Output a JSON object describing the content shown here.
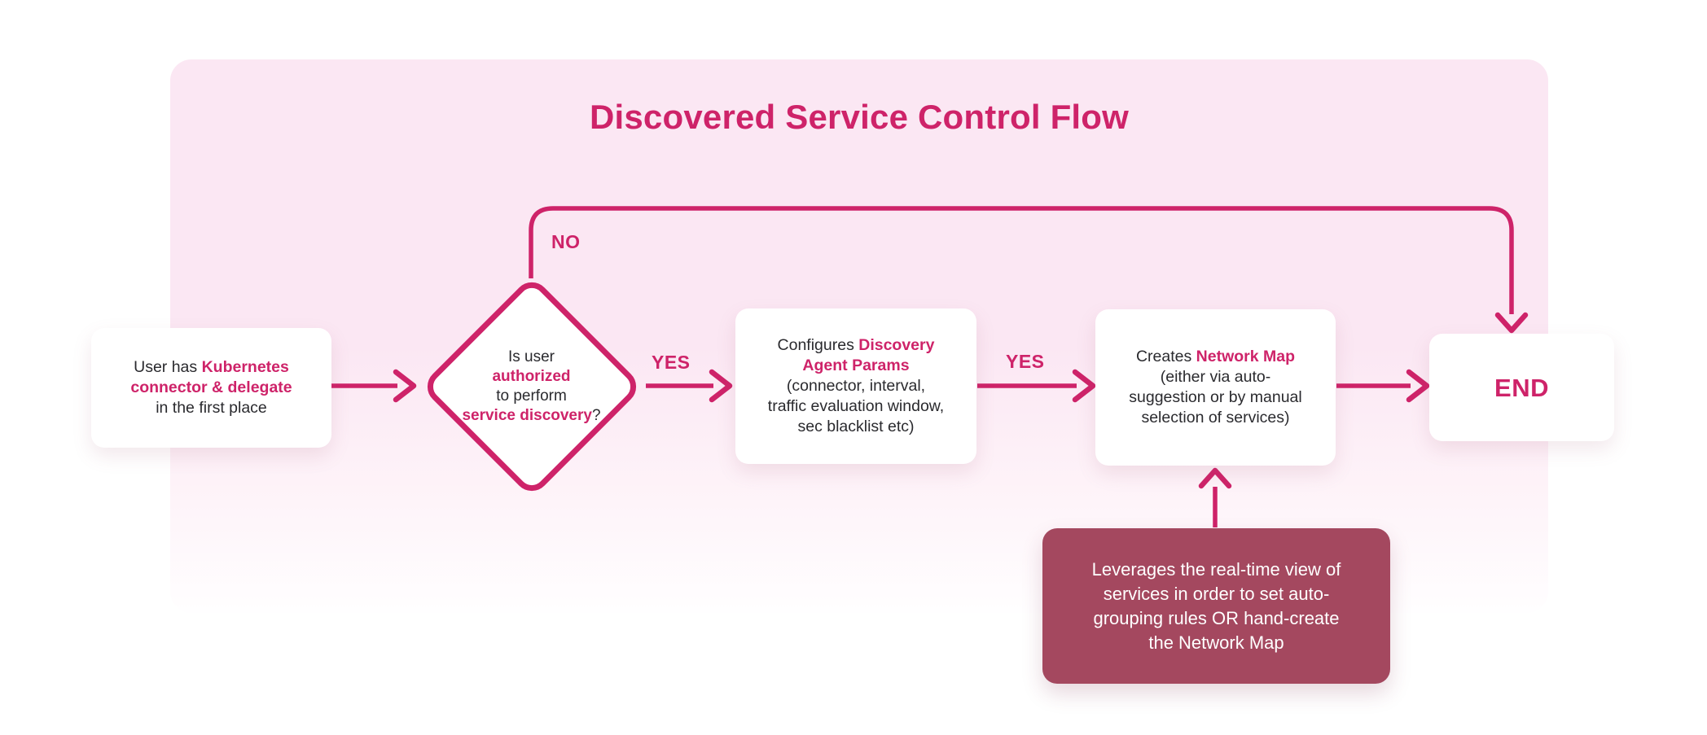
{
  "colors": {
    "accent": "#CE2369",
    "note_bg": "#A4485F",
    "board_pink": "#FBE7F3",
    "text_dark": "#2A2A2E"
  },
  "title": "Discovered Service Control Flow",
  "edge_labels": {
    "no": "NO",
    "yes_decision": "YES",
    "yes_configure": "YES"
  },
  "nodes": {
    "start": {
      "lines": [
        [
          {
            "text": "User has ",
            "accent": false
          },
          {
            "text": "Kubernetes",
            "accent": true
          }
        ],
        [
          {
            "text": "connector & delegate",
            "accent": true
          }
        ],
        [
          {
            "text": "in the first place",
            "accent": false
          }
        ]
      ]
    },
    "decision": {
      "lines": [
        [
          {
            "text": "Is user",
            "accent": false
          }
        ],
        [
          {
            "text": "authorized",
            "accent": true
          }
        ],
        [
          {
            "text": "to perform",
            "accent": false
          }
        ],
        [
          {
            "text": "service discovery",
            "accent": true
          },
          {
            "text": "?",
            "accent": false
          }
        ]
      ]
    },
    "configure": {
      "lines": [
        [
          {
            "text": "Configures ",
            "accent": false
          },
          {
            "text": "Discovery",
            "accent": true
          }
        ],
        [
          {
            "text": "Agent Params",
            "accent": true
          }
        ],
        [
          {
            "text": "(connector, interval,",
            "accent": false
          }
        ],
        [
          {
            "text": "traffic evaluation window,",
            "accent": false
          }
        ],
        [
          {
            "text": "sec blacklist etc)",
            "accent": false
          }
        ]
      ]
    },
    "create": {
      "lines": [
        [
          {
            "text": "Creates ",
            "accent": false
          },
          {
            "text": "Network Map",
            "accent": true
          }
        ],
        [
          {
            "text": "(either via auto-",
            "accent": false
          }
        ],
        [
          {
            "text": "suggestion or by manual",
            "accent": false
          }
        ],
        [
          {
            "text": "selection of services)",
            "accent": false
          }
        ]
      ]
    },
    "end": {
      "label": "END"
    },
    "note": {
      "lines": [
        "Leverages the real-time view of",
        "services in order to set auto-",
        "grouping rules OR hand-create",
        "the Network Map"
      ]
    }
  }
}
